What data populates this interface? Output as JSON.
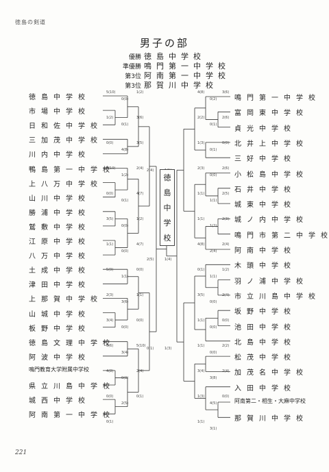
{
  "header": "徳島の剣道",
  "title": "男子の部",
  "results": [
    {
      "rank": "優勝",
      "school": "徳島中学校"
    },
    {
      "rank": "準優勝",
      "school": "鳴門第一中学校"
    },
    {
      "rank": "第3位",
      "school": "阿南第一中学校"
    },
    {
      "rank": "第3位",
      "school": "那賀川中学校"
    }
  ],
  "left_teams": [
    "徳島中学校",
    "市場中学校",
    "日和佐中学校",
    "三加茂中学校",
    "川内中学校",
    "鴨島第一中学校",
    "上八万中学校",
    "山川中学校",
    "勝浦中学校",
    "鷲敷中学校",
    "江原中学校",
    "八万中学校",
    "土成中学校",
    "津田中学校",
    "上那賀中学校",
    "山城中学校",
    "板野中学校",
    "徳島文理中学校",
    "阿波中学校",
    "鳴門教育大学附属中学校",
    "県立川島中学校",
    "城西中学校",
    "阿南第一中学校"
  ],
  "right_teams": [
    "鳴門第一中学校",
    "富岡東中学校",
    "貞光中学校",
    "北井上中学校",
    "三好中学校",
    "小松島中学校",
    "石井中学校",
    "城東中学校",
    "城ノ内中学校",
    "鳴門市第二中学校",
    "阿南中学校",
    "木頭中学校",
    "羽ノ浦中学校",
    "市立川島中学校",
    "坂野中学校",
    "池田中学校",
    "北島中学校",
    "松茂中学校",
    "加茂名中学校",
    "入田中学校",
    "阿南第二・相生・大麻中学校",
    "那賀川中学校"
  ],
  "champion_box": [
    "徳",
    "島",
    "中",
    "学",
    "校"
  ],
  "left_scores": [
    "5(10)",
    "0(0)",
    "1(2)",
    "1(2)",
    "0(1)",
    "3(6)",
    "0(0)",
    "4(8)",
    "3(5)",
    "5(10)",
    "1(2)",
    "2(4)",
    "0(0)",
    "0(1)",
    "4(7)",
    "3(5)",
    "0(0)",
    "1(2)",
    "1(1)",
    "0(0)",
    "4(7)",
    "5(9)",
    "1(1)",
    "0(0)",
    "2(3)",
    "3(6)",
    "1(1)",
    "3(4)",
    "0(0)",
    "0(0)",
    "3(6)",
    "3(4)",
    "5(10)",
    "4(8)",
    "0(0)",
    "2(4)",
    "0(0)",
    "2(5)",
    "0(1)",
    "0(1)"
  ],
  "right_scores": [
    "4(8)",
    "0(2)",
    "3(6)",
    "2(2)",
    "0(1)",
    "2(6)",
    "1(3)",
    "0(1)",
    "0(0)",
    "2(3)",
    "0(0)",
    "2(6)",
    "1(1)",
    "1(1)",
    "2(5)",
    "1(1)",
    "1(2)",
    "2(3)",
    "4(8)",
    "2(4)",
    "2(4)",
    "0(1)",
    "1(1)",
    "1(2)",
    "3(5)",
    "0(0)",
    "2(4)",
    "1(1)",
    "0(0)",
    "0(0)",
    "1(1)",
    "0(0)",
    "2(2)",
    "3(4)",
    "3(8)",
    "2(4)",
    "1(3)",
    "4(5)",
    "0(0)",
    "1(1)",
    "3(1)"
  ],
  "final_scores": [
    "2(4)",
    "1(1)",
    "2(5)",
    "1(4)",
    "0(1)",
    "1(3)"
  ],
  "page_number": "221"
}
